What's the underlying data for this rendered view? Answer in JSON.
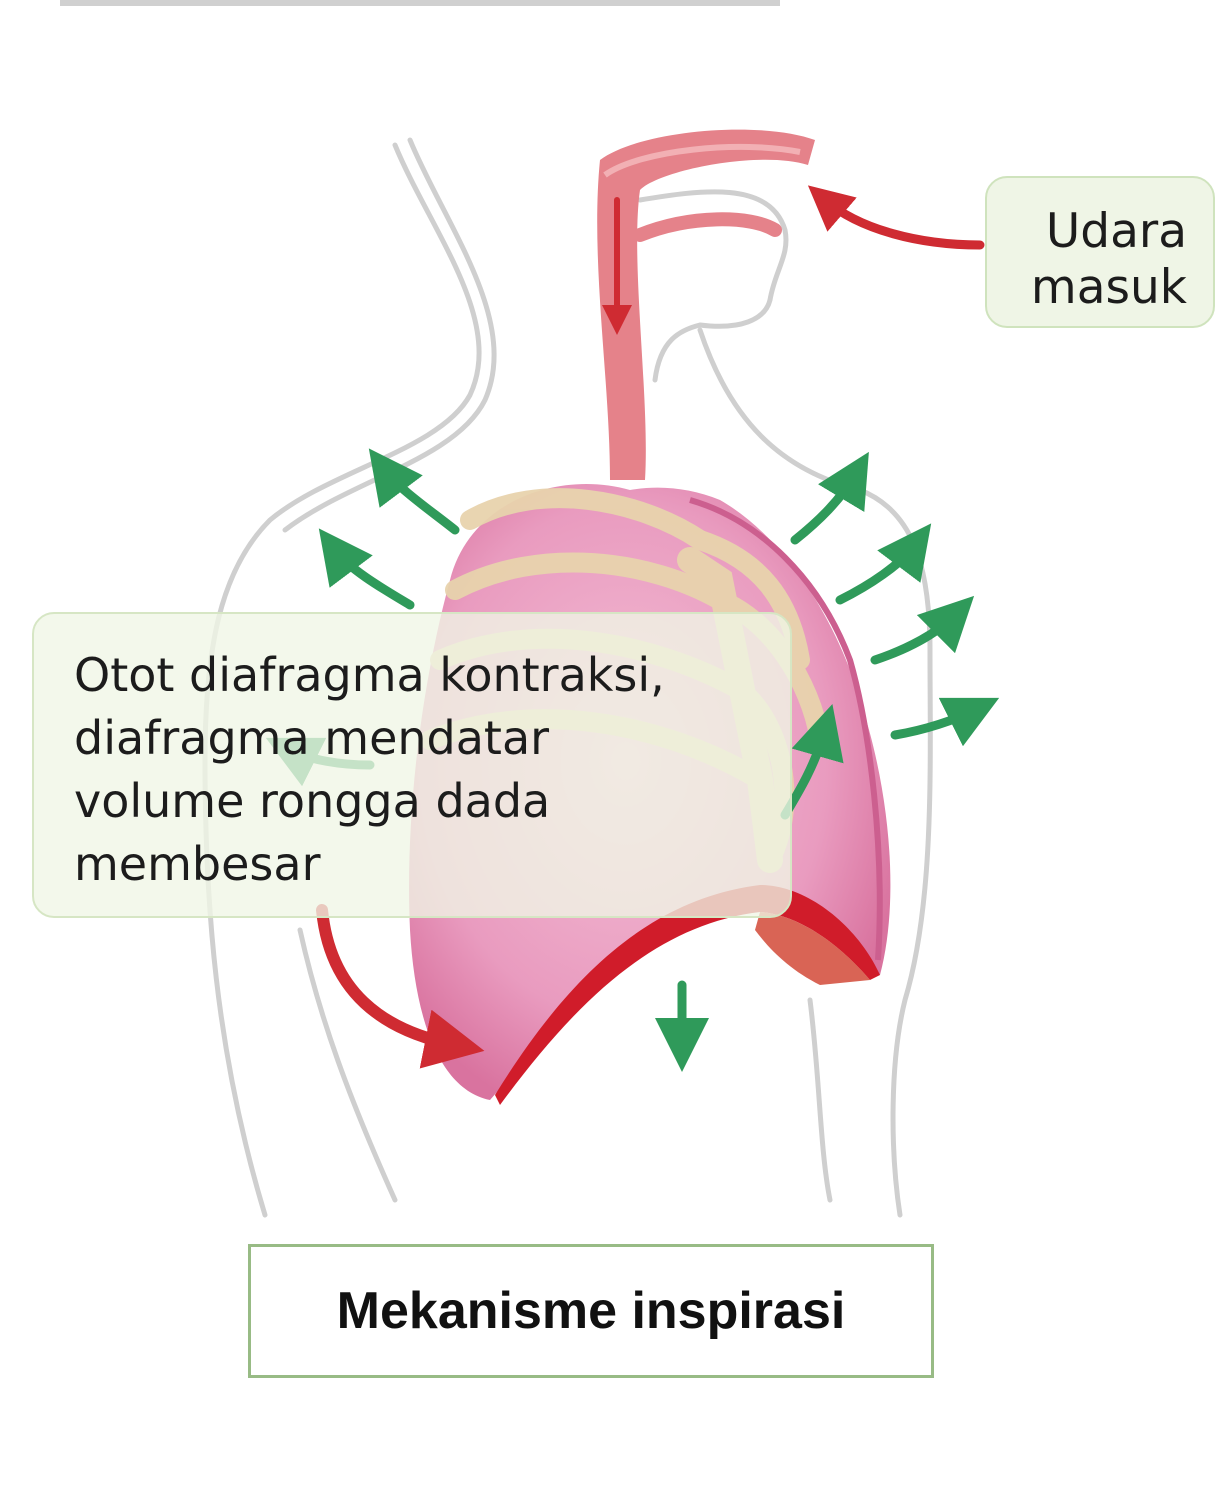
{
  "labels": {
    "air_in": [
      "Udara",
      "masuk"
    ],
    "diaphragm": [
      "Otot diafragma kontraksi,",
      "diafragma mendatar",
      "volume rongga dada",
      "membesar"
    ]
  },
  "caption": "Mekanisme inspirasi",
  "colors": {
    "lung": "#e88db4",
    "lung_light": "#f2b7d0",
    "ribs": "#e8d3ad",
    "diaphragm": "#d01c2a",
    "arrow_red": "#cf2b32",
    "arrow_green": "#2f9a5a",
    "trachea": "#e5828a",
    "body_outline": "#c9c9c9",
    "label_border": "#98bb85"
  }
}
